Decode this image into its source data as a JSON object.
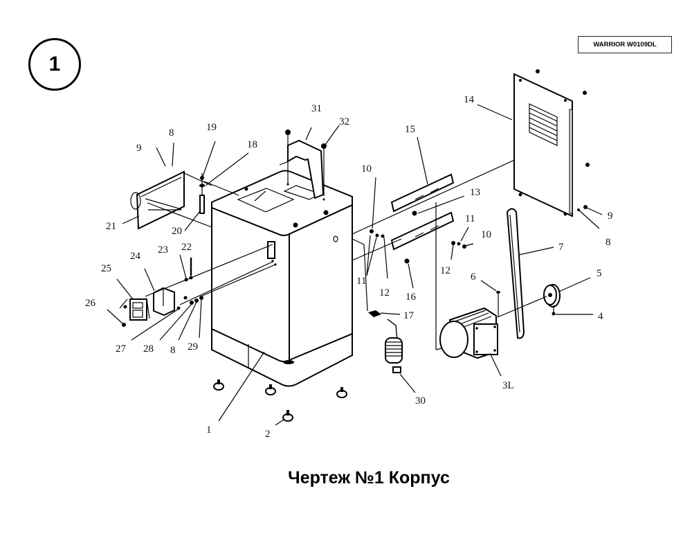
{
  "sheet": {
    "number": "1"
  },
  "model": {
    "label": "WARRIOR W0109DL"
  },
  "caption": "Чертеж №1 Корпус",
  "callouts": [
    {
      "id": "1",
      "part": "body-cabinet"
    },
    {
      "id": "2",
      "part": "foot"
    },
    {
      "id": "3L",
      "part": "motor"
    },
    {
      "id": "4",
      "part": "pulley-screw"
    },
    {
      "id": "5",
      "part": "pulley"
    },
    {
      "id": "6",
      "part": "key"
    },
    {
      "id": "7",
      "part": "belt"
    },
    {
      "id": "8",
      "part": "washer"
    },
    {
      "id": "9",
      "part": "screw"
    },
    {
      "id": "10",
      "part": "bolt"
    },
    {
      "id": "11",
      "part": "washer"
    },
    {
      "id": "12",
      "part": "spring-washer"
    },
    {
      "id": "13",
      "part": "bolt"
    },
    {
      "id": "14",
      "part": "side-panel"
    },
    {
      "id": "15",
      "part": "motor-bracket-rail"
    },
    {
      "id": "16",
      "part": "nut"
    },
    {
      "id": "17",
      "part": "cable-clamp"
    },
    {
      "id": "18",
      "part": "washer"
    },
    {
      "id": "19",
      "part": "screw"
    },
    {
      "id": "20",
      "part": "hinge-pin"
    },
    {
      "id": "21",
      "part": "switch-cover"
    },
    {
      "id": "22",
      "part": "screw"
    },
    {
      "id": "23",
      "part": "nut"
    },
    {
      "id": "24",
      "part": "switch-box"
    },
    {
      "id": "25",
      "part": "switch"
    },
    {
      "id": "26",
      "part": "screw"
    },
    {
      "id": "27",
      "part": "screw"
    },
    {
      "id": "28",
      "part": "nut"
    },
    {
      "id": "29",
      "part": "nut"
    },
    {
      "id": "30",
      "part": "cable-strain-relief"
    },
    {
      "id": "31",
      "part": "top-bracket"
    },
    {
      "id": "32",
      "part": "screw"
    }
  ],
  "labels": {
    "l1": "1",
    "l2": "2",
    "l3L": "3L",
    "l4": "4",
    "l5": "5",
    "l6": "6",
    "l7": "7",
    "l8a": "8",
    "l8b": "8",
    "l8c": "8",
    "l9a": "9",
    "l9b": "9",
    "l10a": "10",
    "l10b": "10",
    "l11a": "11",
    "l11b": "11",
    "l12a": "12",
    "l12b": "12",
    "l13": "13",
    "l14": "14",
    "l15": "15",
    "l16": "16",
    "l17": "17",
    "l18": "18",
    "l19": "19",
    "l20": "20",
    "l21": "21",
    "l22": "22",
    "l23": "23",
    "l24": "24",
    "l25": "25",
    "l26": "26",
    "l27": "27",
    "l28": "28",
    "l29": "29",
    "l30": "30",
    "l31": "31",
    "l32": "32"
  }
}
